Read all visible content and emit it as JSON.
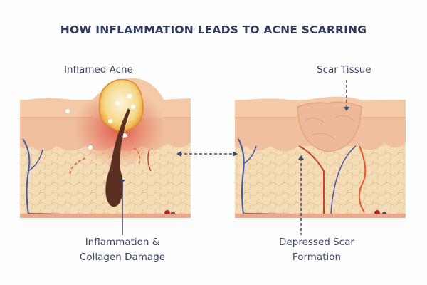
{
  "title": "HOW INFLAMMATION LEADS TO ACNE SCARRING",
  "left_panel": {
    "top_label": "Inflamed Acne",
    "bottom_label_line1": "Inflammation &",
    "bottom_label_line2": "Collagen Damage"
  },
  "right_panel": {
    "top_label": "Scar Tissue",
    "bottom_label_line1": "Depressed Scar",
    "bottom_label_line2": "Formation"
  },
  "colors": {
    "title": "#2f3b5a",
    "skin_top": "#f0c09e",
    "dermis": "#f3d9b4",
    "inflammation": "#e0503c",
    "arrow": "#3d4a66"
  }
}
